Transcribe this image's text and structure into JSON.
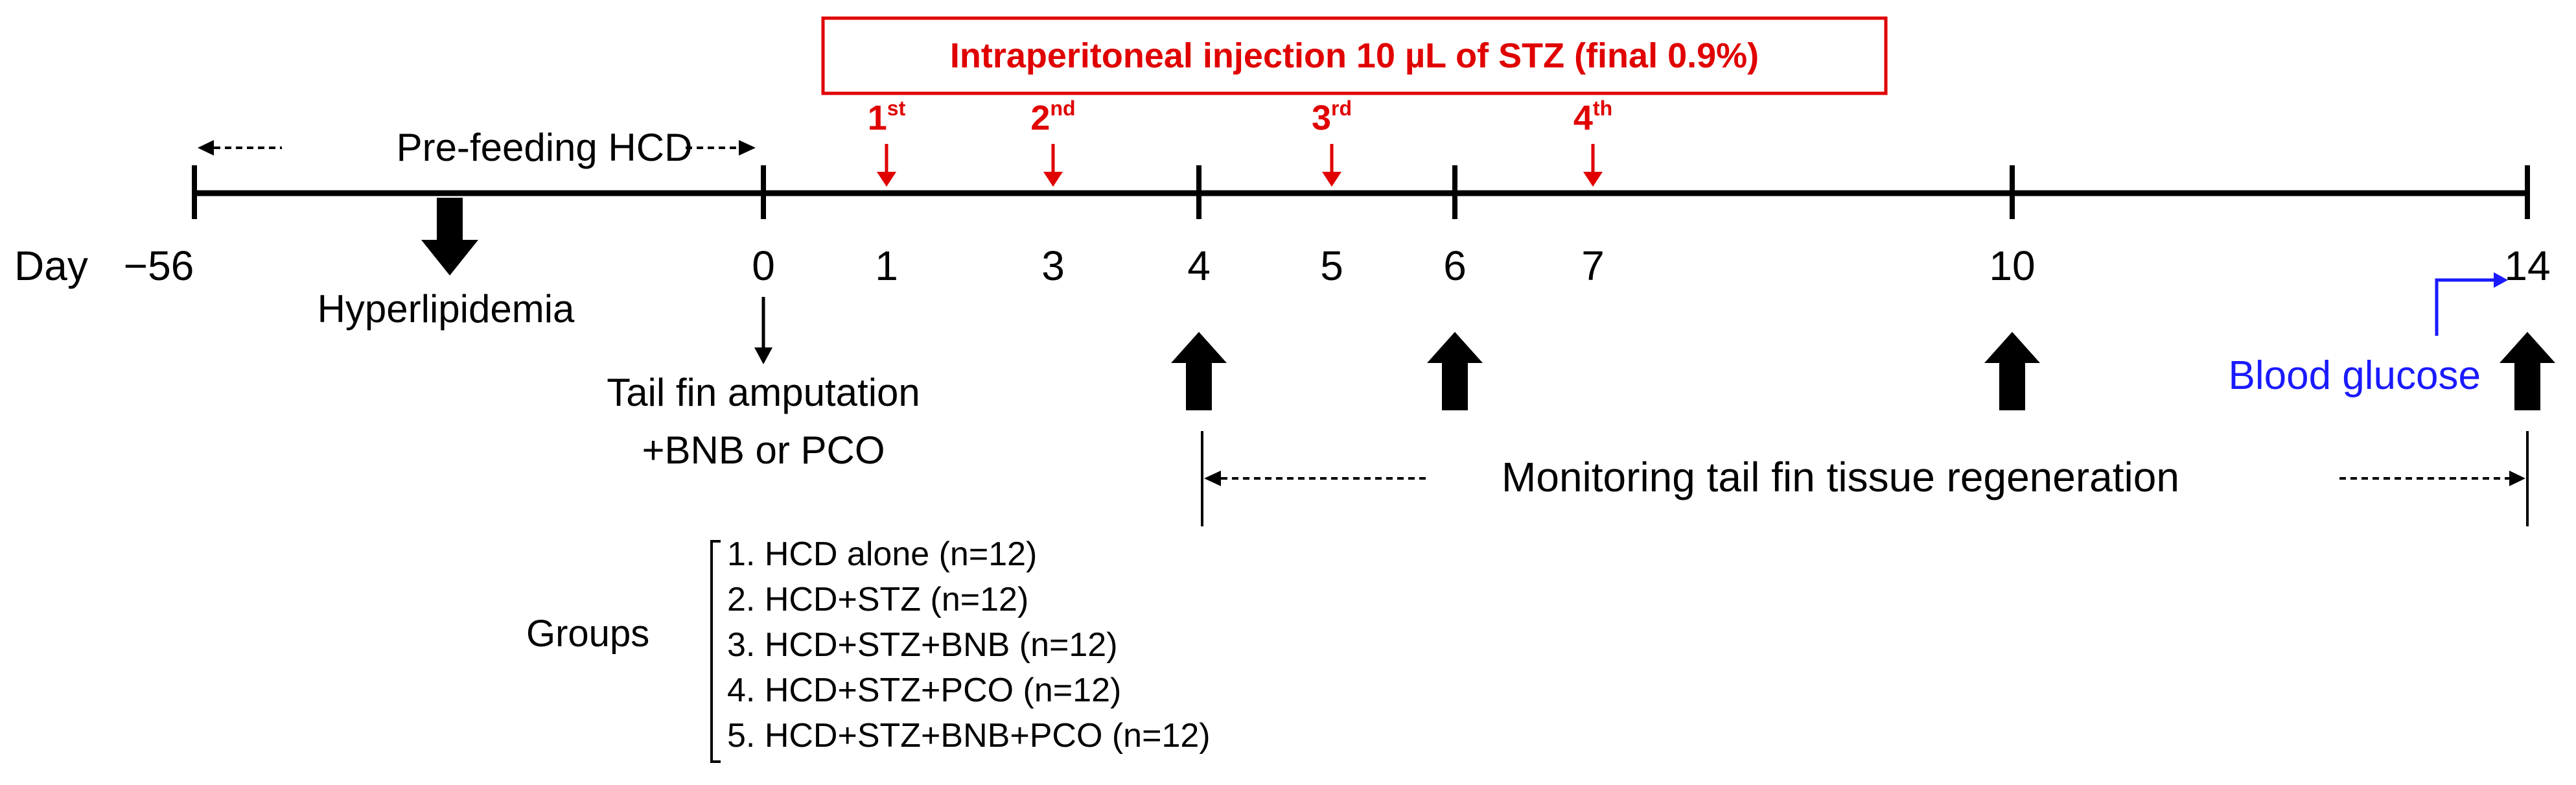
{
  "injection_header": "Intraperitoneal injection 10 µL of  STZ (final 0.9%)",
  "prefeeding": {
    "label": "Pre-feeding HCD"
  },
  "day_label": "Day",
  "days": [
    "−56",
    "0",
    "1",
    "3",
    "4",
    "5",
    "6",
    "7",
    "10",
    "14"
  ],
  "injections": [
    {
      "base": "1",
      "sup": "st",
      "day": "1"
    },
    {
      "base": "2",
      "sup": "nd",
      "day": "3"
    },
    {
      "base": "3",
      "sup": "rd",
      "day": "5"
    },
    {
      "base": "4",
      "sup": "th",
      "day": "7"
    }
  ],
  "hyperlipidemia_label": "Hyperlipidemia",
  "amputation": {
    "line1": "Tail fin amputation",
    "line2": "+BNB or PCO"
  },
  "monitoring_label": "Monitoring tail fin tissue regeneration",
  "blood_glucose_label": "Blood glucose",
  "groups": {
    "title": "Groups",
    "items": [
      "1. HCD alone (n=12)",
      "2. HCD+STZ (n=12)",
      "3. HCD+STZ+BNB (n=12)",
      "4. HCD+STZ+PCO (n=12)",
      "5. HCD+STZ+BNB+PCO (n=12)"
    ]
  },
  "colors": {
    "text": "#000000",
    "injection": "#e00000",
    "blood_glucose": "#1a1aff"
  }
}
